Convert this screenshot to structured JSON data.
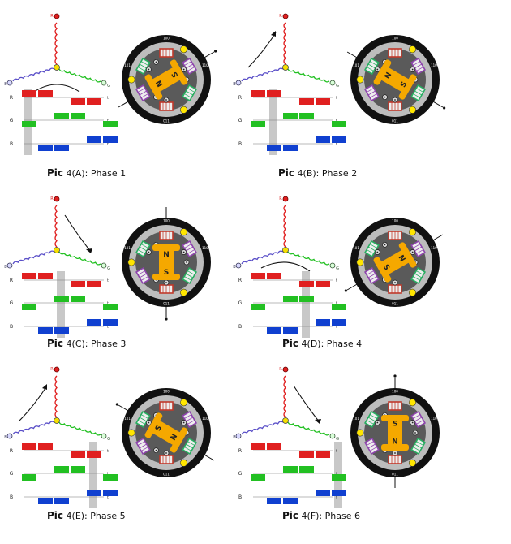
{
  "panels": [
    {
      "id": "A",
      "caption_prefix": "Pic",
      "caption_rest": " 4(A): Phase 1"
    },
    {
      "id": "B",
      "caption_prefix": "Pic",
      "caption_rest": " 4(B): Phase 2"
    },
    {
      "id": "C",
      "caption_prefix": "Pic",
      "caption_rest": " 4(C): Phase 3"
    },
    {
      "id": "D",
      "caption_prefix": "Pic",
      "caption_rest": " 4(D):  Phase 4"
    },
    {
      "id": "E",
      "caption_prefix": "Pic",
      "caption_rest": " 4(E): Phase 5"
    },
    {
      "id": "F",
      "caption_prefix": "Pic",
      "caption_rest": " 4(F): Phase 6"
    }
  ],
  "labels": {
    "coil_r": "R",
    "coil_g": "G",
    "coil_b": "B",
    "time_axis": "t",
    "pole_n": "N",
    "pole_s": "S",
    "sensor_top": "100",
    "sensor_left": "101",
    "sensor_right": "110",
    "sensor_bottom": "011"
  },
  "colors": {
    "r_phase": "#e02020",
    "g_phase": "#22c022",
    "b_phase": "#1040d0",
    "rotor": "#f5a800",
    "stator_ring": "#111111",
    "highlight": "#c8c8c8"
  }
}
